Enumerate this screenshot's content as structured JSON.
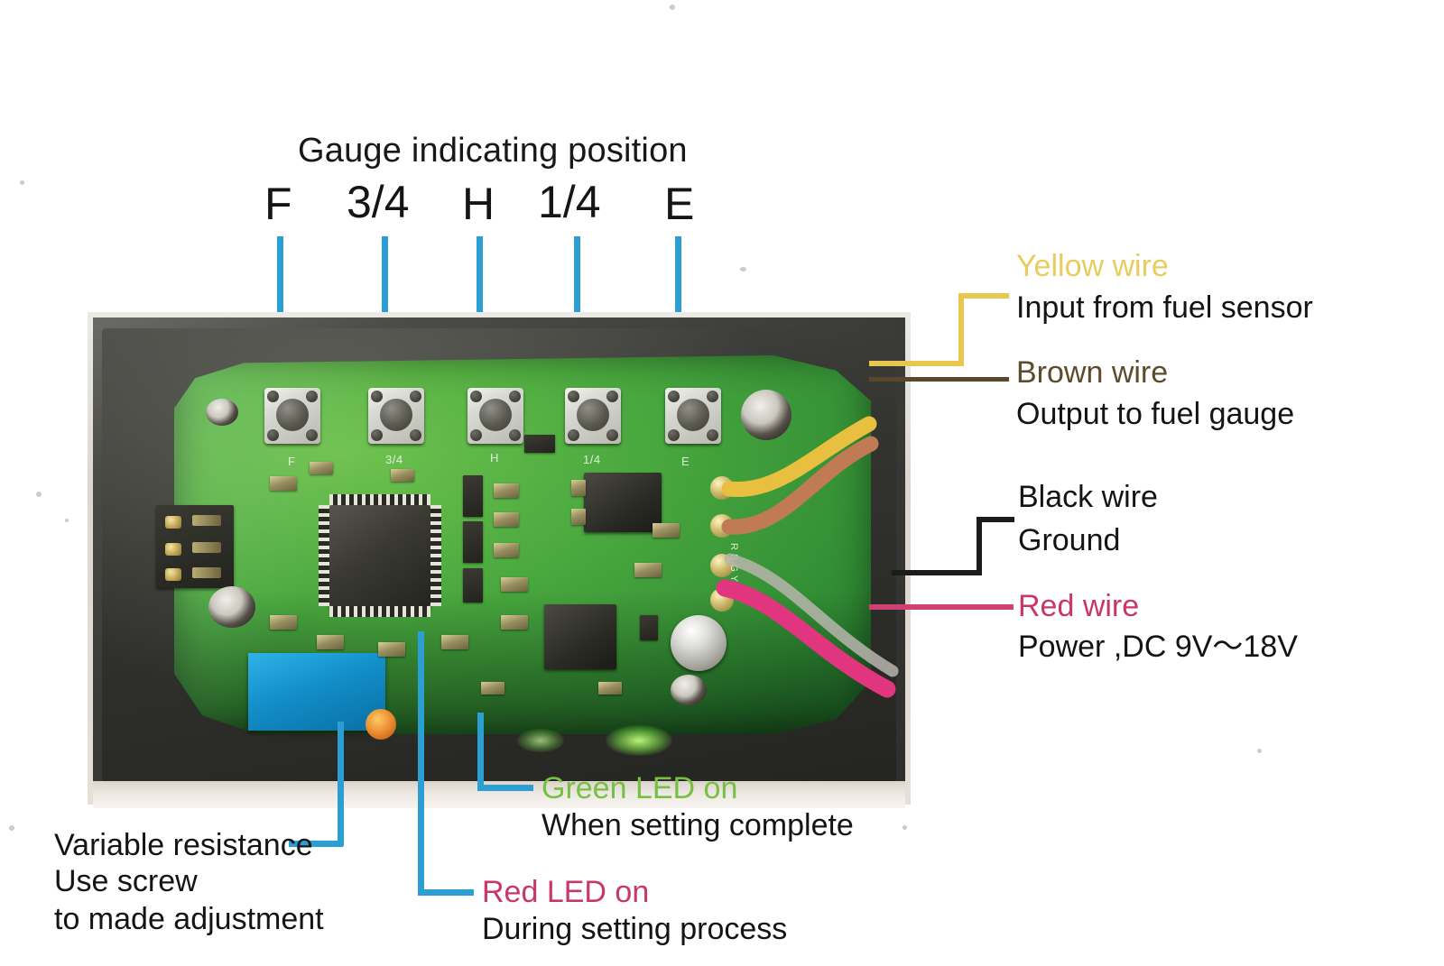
{
  "document": {
    "title": "Fuel gauge calibration board annotated diagram"
  },
  "gauge": {
    "heading": "Gauge indicating position",
    "positions": [
      {
        "label": "F"
      },
      {
        "label": "3/4"
      },
      {
        "label": "H"
      },
      {
        "label": "1/4"
      },
      {
        "label": "E"
      }
    ]
  },
  "wires": [
    {
      "name": "Yellow wire",
      "description": "Input from fuel sensor",
      "color": "#e8cd5e"
    },
    {
      "name": "Brown wire",
      "description": "Output to fuel gauge",
      "color": "#5d4c2b"
    },
    {
      "name": "Black wire",
      "description": "Ground",
      "color": "#141414"
    },
    {
      "name": "Red wire",
      "description": "Power ,DC 9V～18V",
      "color": "#c8366c"
    }
  ],
  "annotations": {
    "variable_resistance": {
      "line1": "Variable resistance",
      "line2": "Use screw",
      "line3": "to made adjustment"
    },
    "green_led": {
      "title": "Green LED on",
      "detail": "When setting complete",
      "color": "#76c043"
    },
    "red_led": {
      "title": "Red LED on",
      "detail": "During setting process",
      "color": "#c8366c"
    }
  },
  "board": {
    "silkscreen": [
      {
        "text": "F"
      },
      {
        "text": "3/4"
      },
      {
        "text": "H"
      },
      {
        "text": "1/4"
      },
      {
        "text": "E"
      }
    ],
    "colors": {
      "pcb_green": "#3f9c3a",
      "bezel_dark": "#33332f",
      "trimmer_blue": "#128ec9",
      "leader_blue": "#2b9fd4"
    }
  }
}
